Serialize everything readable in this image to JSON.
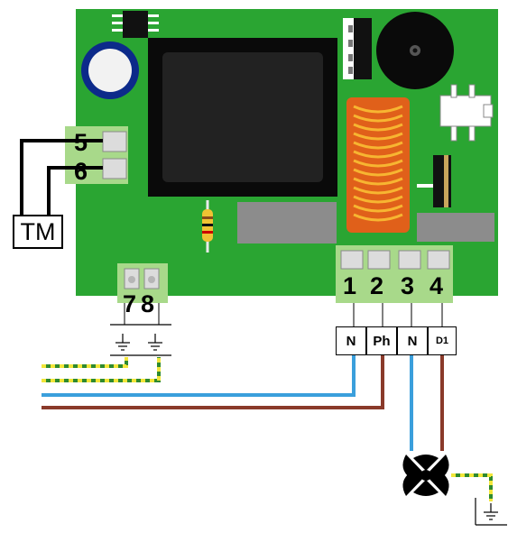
{
  "labels": {
    "t5": "5",
    "t6": "6",
    "tm": "TM",
    "t7": "7",
    "t8": "8",
    "t1": "1",
    "t2": "2",
    "t3": "3",
    "t4": "4"
  },
  "output_boxes": [
    "N",
    "Ph",
    "N",
    "D1"
  ],
  "colors": {
    "board": "#2aa532",
    "neutral_wire": "#3a9fdc",
    "phase_wire": "#8a3a2a",
    "earth_green": "#2f8a2f",
    "earth_yellow": "#f2e63a",
    "connector": "#a8d98a"
  },
  "icons": [
    "earth-ground-symbol",
    "fan-symbol",
    "buzzer",
    "transformer-coil",
    "capacitor",
    "relay-chip"
  ]
}
